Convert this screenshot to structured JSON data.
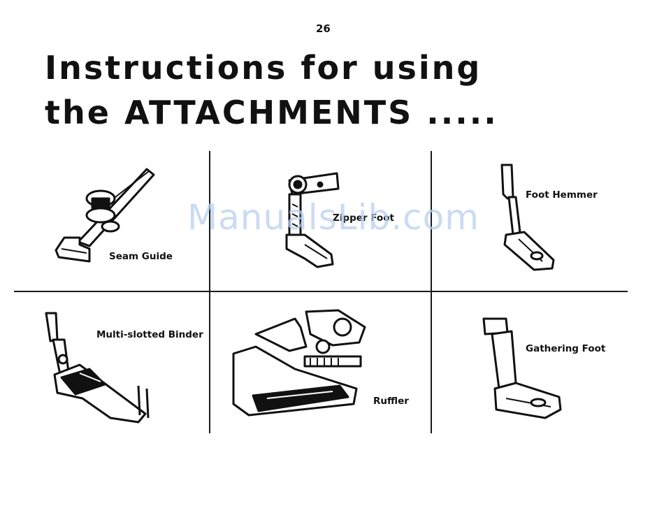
{
  "page": {
    "number": "26",
    "title_line1": "Instructions for using",
    "title_line2": "the ATTACHMENTS ....."
  },
  "attachments": [
    {
      "label": "Seam Guide",
      "icon": "seam-guide-icon"
    },
    {
      "label": "Zipper Foot",
      "icon": "zipper-foot-icon"
    },
    {
      "label": "Foot Hemmer",
      "icon": "foot-hemmer-icon"
    },
    {
      "label": "Multi-slotted Binder",
      "icon": "binder-icon"
    },
    {
      "label": "Ruffler",
      "icon": "ruffler-icon"
    },
    {
      "label": "Gathering Foot",
      "icon": "gathering-foot-icon"
    }
  ],
  "watermark": "ManualsLib.com"
}
